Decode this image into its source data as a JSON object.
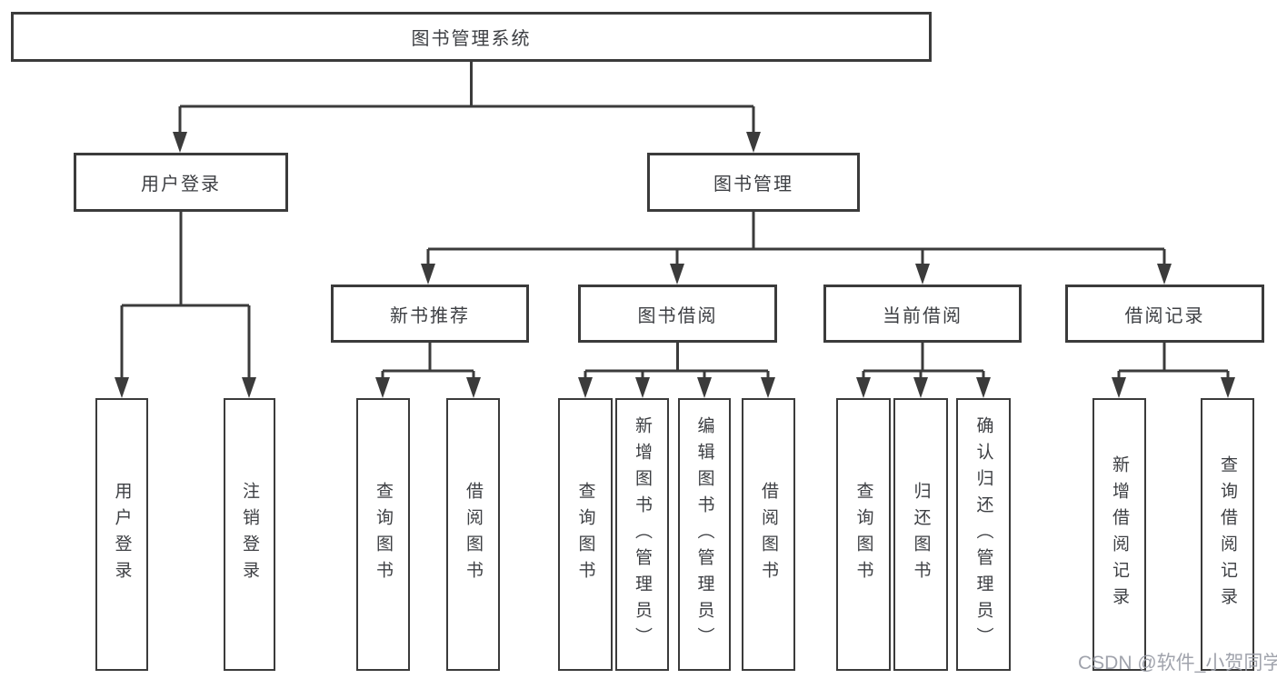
{
  "colors": {
    "line": "#3b3b3b",
    "text": "#3d3f43",
    "box_background": "#ffffff",
    "page_background": "#ffffff",
    "watermark": "#9b9ea8"
  },
  "diagram": {
    "root": {
      "label": "图书管理系统"
    },
    "level2": [
      {
        "label": "用户登录"
      },
      {
        "label": "图书管理"
      }
    ],
    "level3": [
      {
        "label": "新书推荐"
      },
      {
        "label": "图书借阅"
      },
      {
        "label": "当前借阅"
      },
      {
        "label": "借阅记录"
      }
    ],
    "leaves": [
      {
        "label": "用户登录"
      },
      {
        "label": "注销登录"
      },
      {
        "label": "查询图书"
      },
      {
        "label": "借阅图书"
      },
      {
        "label": "查询图书"
      },
      {
        "label": "新增图书（管理员）"
      },
      {
        "label": "编辑图书（管理员）"
      },
      {
        "label": "借阅图书"
      },
      {
        "label": "查询图书"
      },
      {
        "label": "归还图书"
      },
      {
        "label": "确认归还（管理员）"
      },
      {
        "label": "新增借阅记录"
      },
      {
        "label": "查询借阅记录"
      }
    ]
  },
  "watermark": {
    "text": "CSDN @软件_小贺同学"
  }
}
